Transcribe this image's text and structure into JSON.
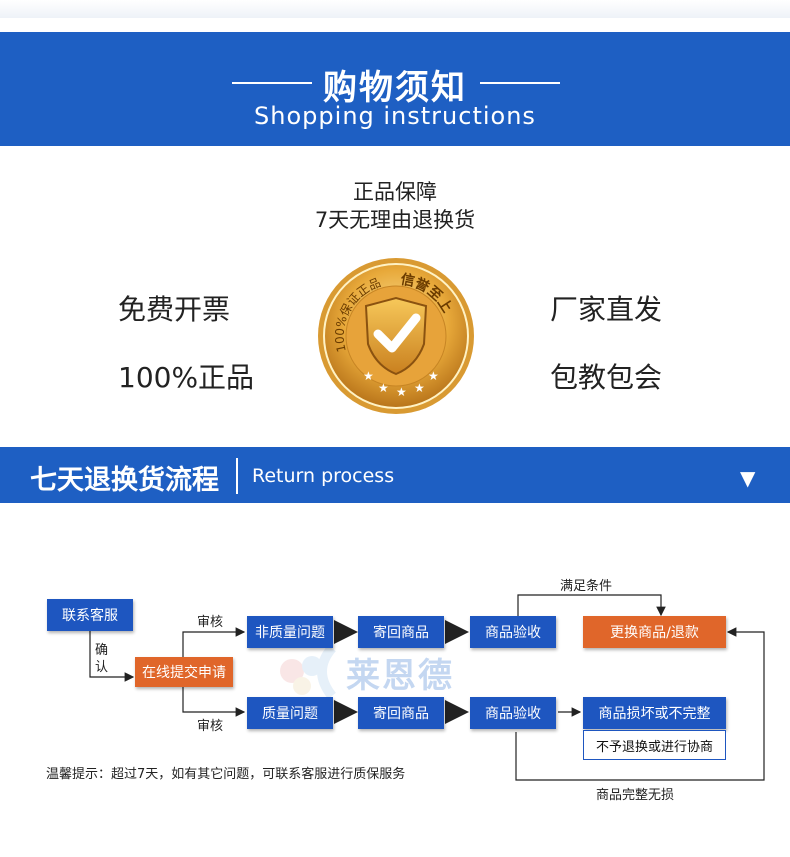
{
  "header": {
    "title": "购物须知",
    "subtitle": "Shopping instructions"
  },
  "guarantee": {
    "line1": "正品保障",
    "line2": "7天无理由退换货",
    "left_top": "免费开票",
    "left_bottom": "100%正品",
    "right_top": "厂家直发",
    "right_bottom": "包教包会",
    "badge_arc_left": "100%保证正品",
    "badge_arc_right": "信誉至上"
  },
  "process": {
    "title": "七天退换货流程",
    "subtitle": "Return process",
    "arrow_icon": "▼"
  },
  "flow": {
    "contact": "联系客服",
    "confirm_1": "确",
    "confirm_2": "认",
    "submit": "在线提交申请",
    "review_top": "审核",
    "review_bottom": "审核",
    "non_quality": "非质量问题",
    "quality": "质量问题",
    "send_back_1": "寄回商品",
    "send_back_2": "寄回商品",
    "inspect_1": "商品验收",
    "inspect_2": "商品验收",
    "condition_met": "满足条件",
    "exchange": "更换商品/退款",
    "damaged": "商品损坏或不完整",
    "no_return": "不予退换或进行协商",
    "intact": "商品完整无损",
    "watermark": "莱恩德"
  },
  "note": "温馨提示：超过7天，如有其它问题，可联系客服进行质保服务",
  "colors": {
    "brand_blue": "#1e5fc3",
    "flow_blue": "#1e56c0",
    "orange": "#e0662a",
    "gold": "#e8a93a"
  }
}
